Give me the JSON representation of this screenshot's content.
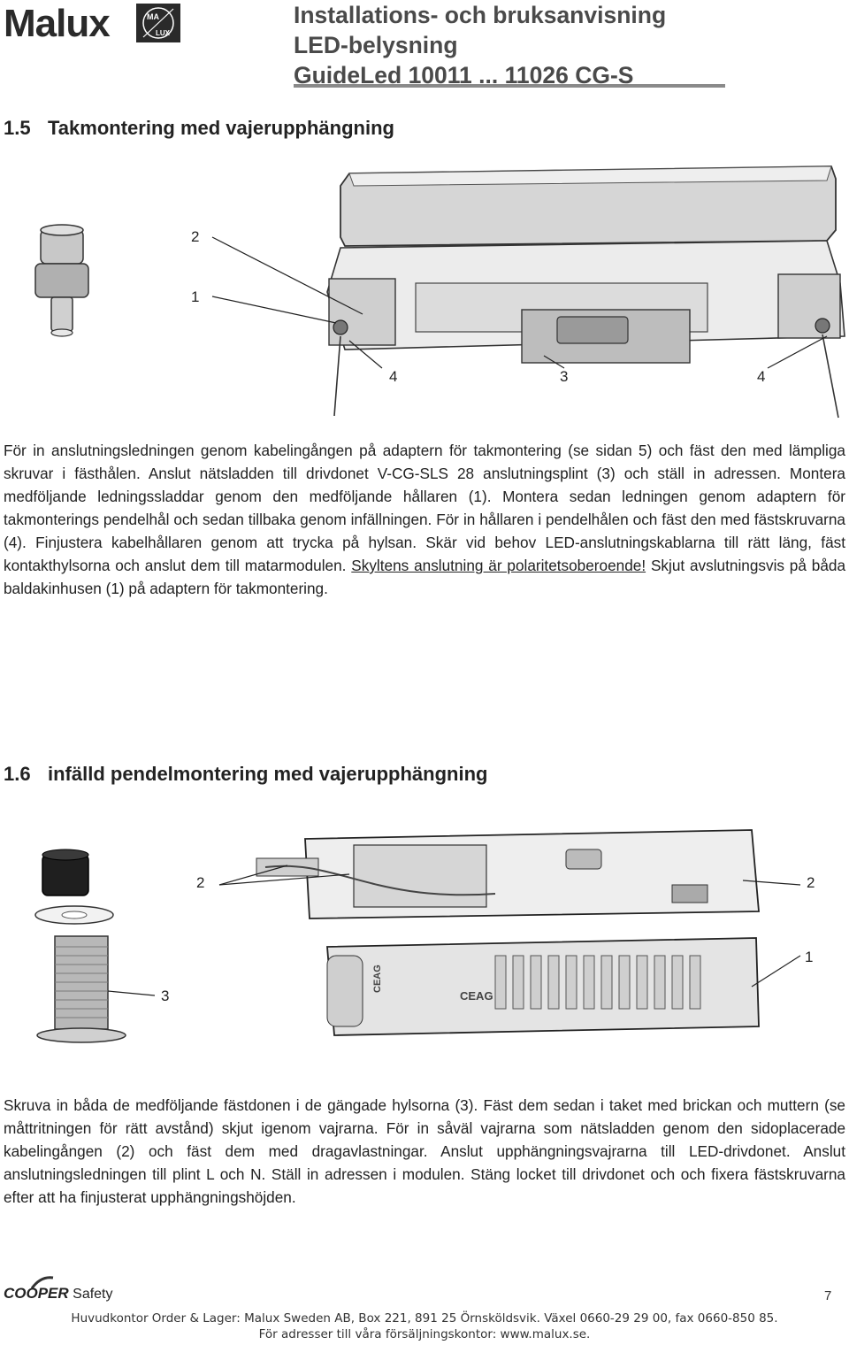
{
  "header": {
    "brand": "Malux",
    "emblem_text_top": "MA",
    "emblem_text_bottom": "LUX",
    "title_line1": "Installations- och bruksanvisning",
    "title_line2": "LED-belysning",
    "title_line3": "GuideLed 10011 ... 11026 CG-S"
  },
  "section1": {
    "number": "1.5",
    "title": "Takmontering med vajerupphängning",
    "callouts": {
      "c2": "2",
      "c1": "1",
      "c4a": "4",
      "c3": "3",
      "c4b": "4"
    },
    "paragraph_before": "För in anslutningsledningen genom kabelingången på adaptern för takmontering (se sidan 5) och fäst den med lämpliga skruvar i fästhålen. Anslut nätsladden till drivdonet V-CG-SLS 28 anslutningsplint (3) och ställ in adressen. Montera medföljande ledningssladdar genom den medföljande hållaren (1). Montera sedan ledningen genom adaptern för takmonterings pendelhål och sedan tillbaka genom infällningen. För in hållaren i pendelhålen och fäst den med fästskruvarna (4). Finjustera kabelhållaren genom att trycka på hylsan. Skär vid behov LED-anslutningskablarna till rätt läng, fäst kontakthylsorna och anslut dem till matarmodulen.",
    "paragraph_emphasis": "Skyltens anslutning är polaritetsoberoende!",
    "paragraph_after": "Skjut avslutningsvis på båda baldakinhusen (1) på adaptern för takmontering."
  },
  "section2": {
    "number": "1.6",
    "title": "infälld pendelmontering med vajerupphängning",
    "callouts": {
      "c2a": "2",
      "c2b": "2",
      "c1": "1",
      "c3": "3"
    },
    "module_label_1": "CEAG",
    "module_label_2": "CEAG",
    "paragraph": "Skruva in båda de medföljande fästdonen i de gängade hylsorna (3). Fäst dem sedan i taket med brickan och muttern (se måttritningen för rätt avstånd) skjut igenom vajrarna. För in såväl vajrarna som nätsladden genom den sidoplacerade kabelingången (2) och fäst dem med dragavlastningar. Anslut upphängningsvajrarna till LED-drivdonet. Anslut anslutningsledningen till plint L och N. Ställ in adressen i modulen. Stäng locket till drivdonet och och fixera fästskruvarna efter att ha finjusterat upphängningshöjden."
  },
  "footer": {
    "brand_bold": "COOPER",
    "brand_rest": "Safety",
    "page_number": "7",
    "address_line": "Huvudkontor Order & Lager: Malux Sweden AB, Box 221, 891 25 Örnsköldsvik. Växel 0660-29 29 00, fax 0660-850 85.",
    "sales_line": "För adresser till våra försäljningskontor: www.malux.se."
  },
  "colors": {
    "title_gray": "#4a4a4a",
    "rule_gray": "#8a8a8a",
    "text": "#222222"
  }
}
